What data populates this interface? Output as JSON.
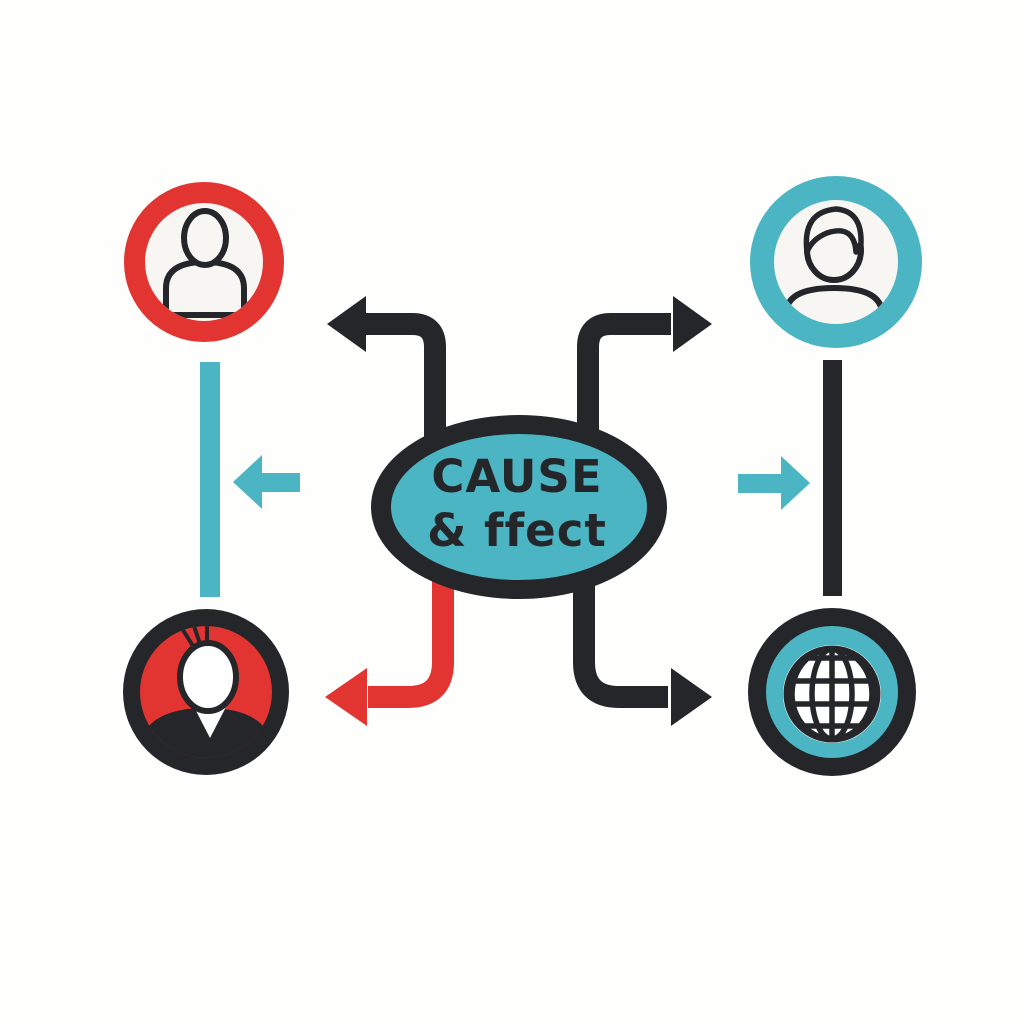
{
  "diagram": {
    "type": "cause-effect-flow",
    "center_label": {
      "line1": "CAUSE",
      "line2": "& ffect"
    },
    "colors": {
      "teal": "#4bb5c3",
      "red": "#e23431",
      "dark": "#24262a",
      "inner": "#f7f6f3",
      "background": "#fefefd"
    },
    "nodes": [
      {
        "position": "top-left",
        "icon": "person-outline-icon",
        "ring": "red"
      },
      {
        "position": "top-right",
        "icon": "person-hair-outline-icon",
        "ring": "teal"
      },
      {
        "position": "bottom-left",
        "icon": "person-filled-avatar-icon",
        "ring": "dark-on-red"
      },
      {
        "position": "bottom-right",
        "icon": "globe-icon",
        "ring": "dark-and-teal"
      }
    ],
    "connectors": [
      {
        "from": "center",
        "to": "top-left",
        "style": "elbow-arrow",
        "color": "dark"
      },
      {
        "from": "center",
        "to": "top-right",
        "style": "elbow-arrow",
        "color": "dark"
      },
      {
        "from": "center",
        "to": "bottom-left",
        "style": "elbow-arrow",
        "color": "red"
      },
      {
        "from": "center",
        "to": "bottom-right",
        "style": "elbow-arrow",
        "color": "dark"
      },
      {
        "from": "top-left",
        "to": "bottom-left",
        "style": "straight-line",
        "color": "teal"
      },
      {
        "from": "top-right",
        "to": "bottom-right",
        "style": "straight-line",
        "color": "dark"
      },
      {
        "side": "left",
        "style": "small-arrow",
        "color": "teal",
        "direction": "left"
      },
      {
        "side": "right",
        "style": "small-arrow",
        "color": "teal",
        "direction": "right"
      }
    ]
  }
}
